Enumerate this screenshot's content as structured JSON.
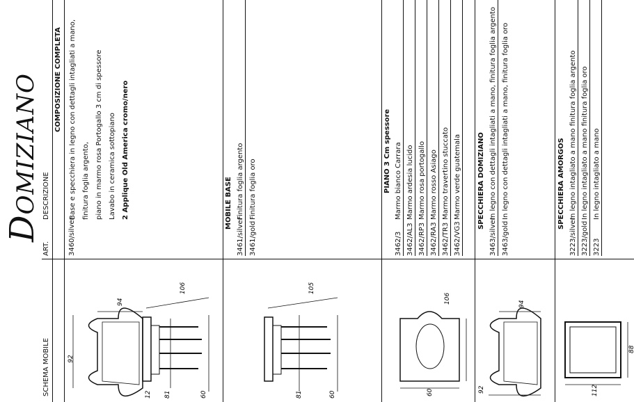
{
  "brand": {
    "first": "D",
    "rest": "OMIZIANO"
  },
  "headers": {
    "schema": "SCHEMA MOBILE",
    "art": "ART.",
    "descr": "DESCRIZIONE"
  },
  "sections": [
    {
      "title": "COMPOSIZIONE COMPLETA",
      "items": [
        {
          "code": "3460/silver",
          "lines": [
            "Base e specchiera in legno con dettagli intagliati a mano,",
            "finitura foglia argento,",
            "piano in marmo rosa Portogallo 3 cm di spessore",
            "Lavabo in ceramica sottopiano"
          ],
          "bold_line": "2 Applique Old America cromo/nero"
        }
      ],
      "dims": [
        "92",
        "94",
        "106",
        "12",
        "81",
        "60"
      ]
    },
    {
      "title": "MOBILE BASE",
      "items": [
        {
          "code": "3461/silver",
          "desc": "Finitura foglia argento"
        },
        {
          "code": "3461/gold",
          "desc": "Finitura foglia oro"
        }
      ],
      "dims": [
        "81",
        "60",
        "105"
      ]
    },
    {
      "title": "PIANO 3 Cm spessore",
      "items": [
        {
          "code": "3462/3",
          "desc": "Marmo bianco Carrara"
        },
        {
          "code": "3462/AL3",
          "desc": "Marmo ardesia lucido"
        },
        {
          "code": "3462/RP3",
          "desc": "Marmo rosa portogallo"
        },
        {
          "code": "3462/RA3",
          "desc": "Marmo rosso Asiago"
        },
        {
          "code": "3462/TR3",
          "desc": "Marmo travertino stuccato"
        },
        {
          "code": "3462/VG3",
          "desc": "Marmo verde guatemala"
        }
      ],
      "dims": [
        "60",
        "106"
      ]
    },
    {
      "title": "SPECCHIERA DOMIZIANO",
      "items": [
        {
          "code": "3463/silver",
          "desc": "In legno con dettagli intagliati a mano, finitura foglia argento"
        },
        {
          "code": "3463/gold",
          "desc": "In legno con dettagli intagliati a mano, finitura foglia oro"
        }
      ],
      "dims": [
        "92",
        "94"
      ]
    },
    {
      "title": "SPECCHIERA AMORGOS",
      "items": [
        {
          "code": "3223/silver",
          "desc": "In legno intagliato a mano finitura foglia argento"
        },
        {
          "code": "3223/gold",
          "desc": "In legno intagliato a mano finitura foglia oro"
        },
        {
          "code": "3223",
          "desc": "In legno intagliato a mano"
        }
      ],
      "dims": [
        "112",
        "88"
      ]
    }
  ]
}
